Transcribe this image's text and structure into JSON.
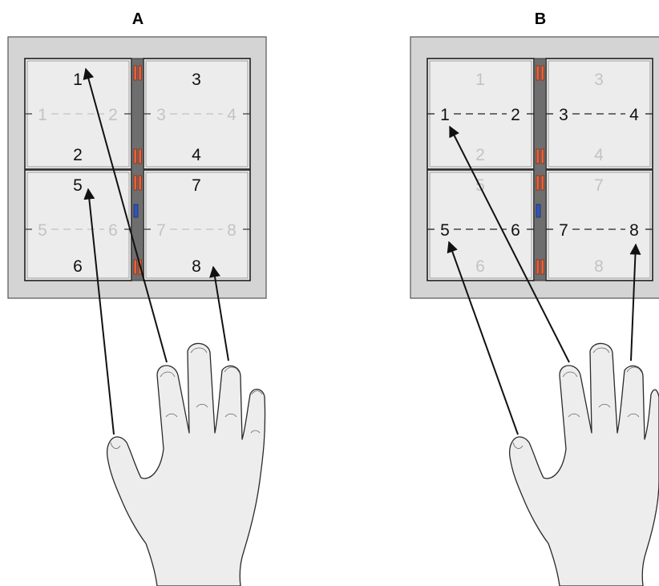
{
  "panels": [
    {
      "label": "A",
      "switches": [
        {
          "top": "1",
          "bottom": "2",
          "left": "1",
          "right": "2",
          "state": "vertical"
        },
        {
          "top": "3",
          "bottom": "4",
          "left": "3",
          "right": "4",
          "state": "vertical"
        },
        {
          "top": "5",
          "bottom": "6",
          "left": "5",
          "right": "6",
          "state": "vertical"
        },
        {
          "top": "7",
          "bottom": "8",
          "left": "7",
          "right": "8",
          "state": "vertical"
        }
      ]
    },
    {
      "label": "B",
      "switches": [
        {
          "top": "1",
          "bottom": "2",
          "left": "1",
          "right": "2",
          "state": "horizontal"
        },
        {
          "top": "3",
          "bottom": "4",
          "left": "3",
          "right": "4",
          "state": "horizontal"
        },
        {
          "top": "5",
          "bottom": "6",
          "left": "5",
          "right": "6",
          "state": "horizontal"
        },
        {
          "top": "7",
          "bottom": "8",
          "left": "7",
          "right": "8",
          "state": "horizontal"
        }
      ]
    }
  ],
  "colors": {
    "frame": "#d4d4d4",
    "tile": "#ececec",
    "bar": "#6e6e6e",
    "led": "#e2643e",
    "blue_led": "#2f55b5",
    "active_text": "#111111",
    "inactive_text": "#c3c3c3"
  }
}
